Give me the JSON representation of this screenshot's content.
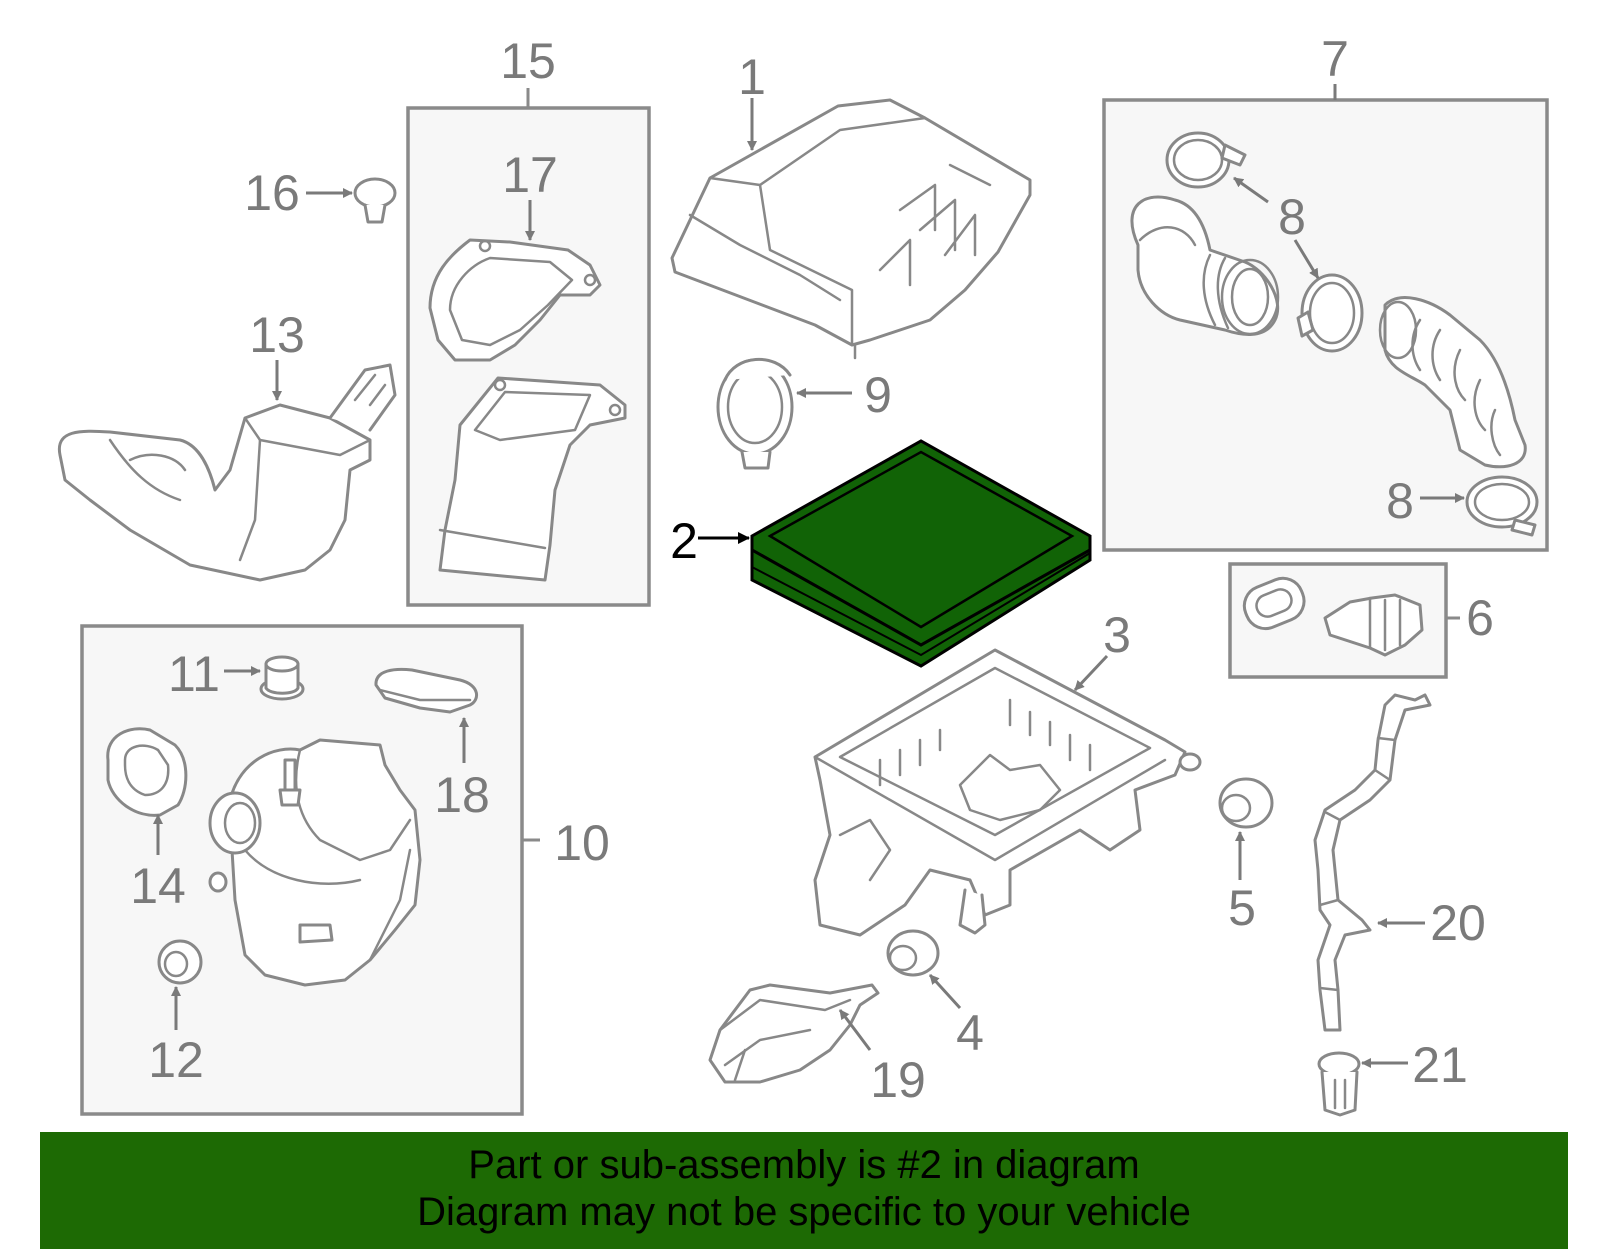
{
  "colors": {
    "highlight_fill": "#116306",
    "banner_bg": "#1d6a04",
    "line_gray": "#888888",
    "label_gray": "#7a7a7a",
    "box_fill": "#f7f7f7"
  },
  "highlighted_part": "2",
  "callouts": {
    "c1": "1",
    "c2": "2",
    "c3": "3",
    "c4": "4",
    "c5": "5",
    "c6": "6",
    "c7": "7",
    "c8a": "8",
    "c8b": "8",
    "c9": "9",
    "c10": "10",
    "c11": "11",
    "c12": "12",
    "c13": "13",
    "c14": "14",
    "c15": "15",
    "c16": "16",
    "c17": "17",
    "c18": "18",
    "c19": "19",
    "c20": "20",
    "c21": "21"
  },
  "banner": {
    "line1": "Part or sub-assembly is #2 in diagram",
    "line2": "Diagram may not be specific to your vehicle"
  }
}
